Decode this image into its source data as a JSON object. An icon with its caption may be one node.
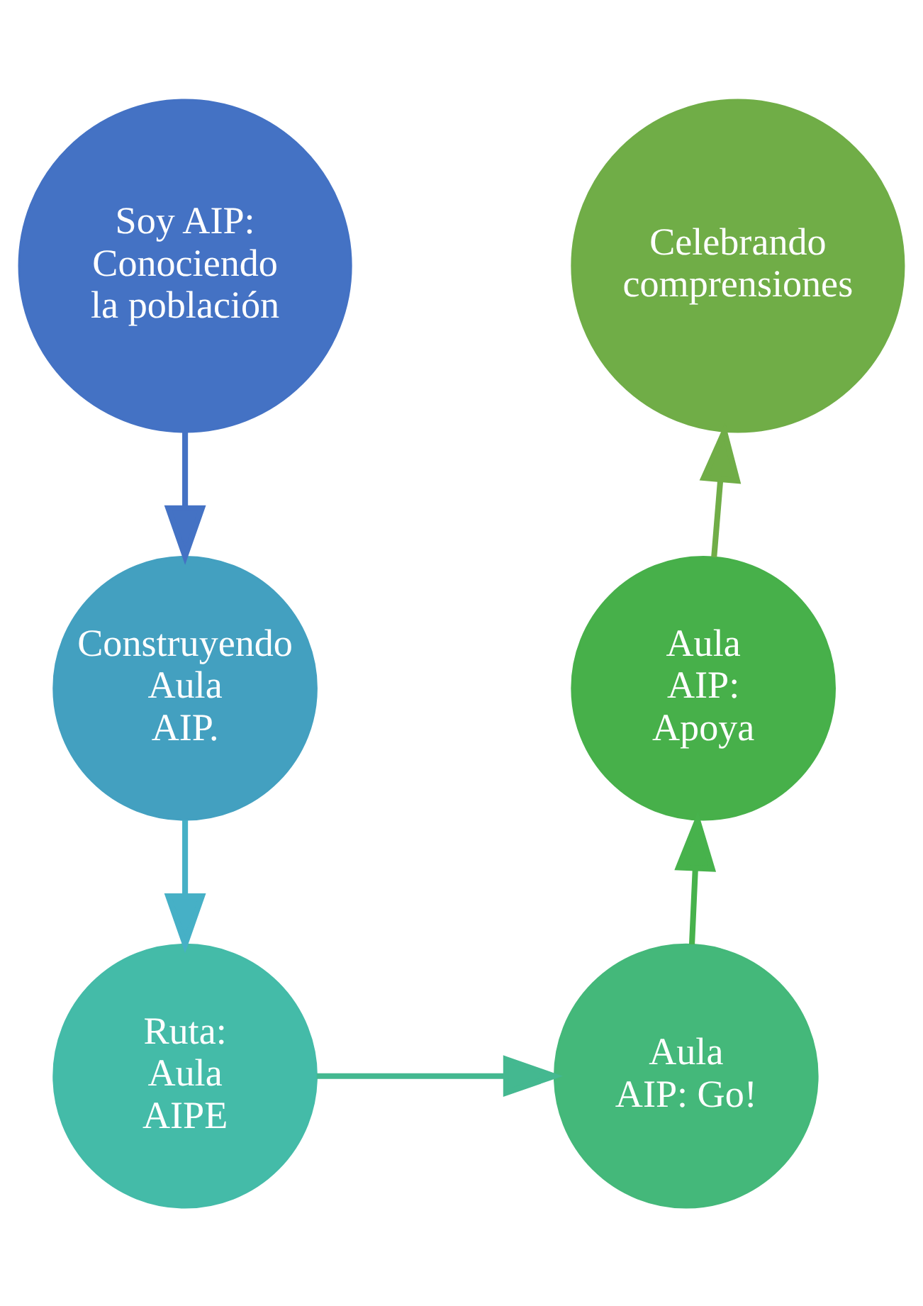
{
  "diagram": {
    "nodes": [
      {
        "text": [
          "Soy AIP: Conociendo la población"
        ]
      },
      {
        "text": [
          "Construyendo Aula AIP."
        ]
      },
      {
        "text": [
          "Ruta: Aula AIPE"
        ]
      },
      {
        "text": [
          "Aula AIP: Go!"
        ]
      },
      {
        "text": [
          "Aula AIP: Apoya"
        ]
      },
      {
        "text": [
          "Celebrando comprensiones"
        ]
      }
    ],
    "edges": [
      {
        "from": 0,
        "to": 1,
        "arrow": "to",
        "color": "#4472c4"
      },
      {
        "from": 1,
        "to": 2,
        "arrow": "to",
        "color": "#46b0c6"
      },
      {
        "from": 2,
        "to": 3,
        "arrow": "to",
        "color": "#44b890"
      },
      {
        "from": 3,
        "to": 4,
        "arrow": "to",
        "color": "#47b24c"
      },
      {
        "from": 4,
        "to": 5,
        "arrow": "to",
        "color": "#70ad47"
      }
    ]
  }
}
